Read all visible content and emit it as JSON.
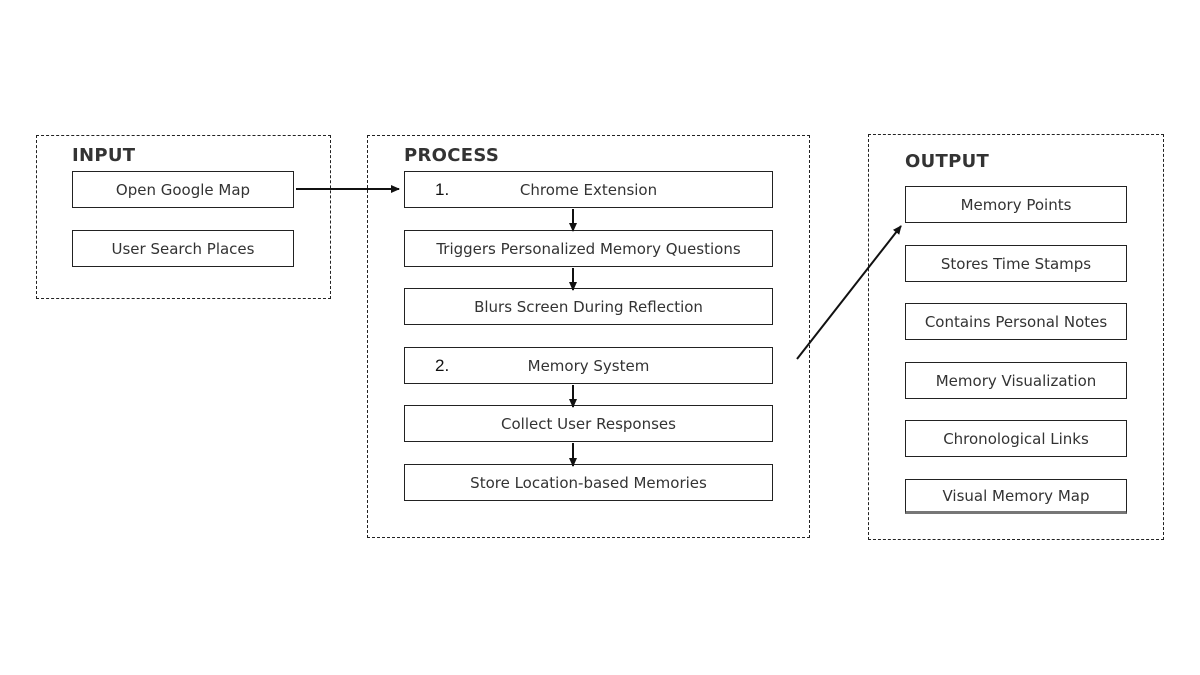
{
  "input": {
    "title": "INPUT",
    "items": [
      "Open Google Map",
      "User Search Places"
    ]
  },
  "process": {
    "title": "PROCESS",
    "steps": [
      {
        "number": "1.",
        "label": "Chrome Extension"
      },
      {
        "number": "",
        "label": "Triggers Personalized Memory Questions"
      },
      {
        "number": "",
        "label": "Blurs Screen During Reflection"
      },
      {
        "number": "2.",
        "label": "Memory System"
      },
      {
        "number": "",
        "label": "Collect User Responses"
      },
      {
        "number": "",
        "label": "Store Location-based Memories"
      }
    ]
  },
  "output": {
    "title": "OUTPUT",
    "items": [
      "Memory Points",
      "Stores Time Stamps",
      "Contains Personal Notes",
      "Memory Visualization",
      "Chronological Links",
      "Visual Memory Map"
    ]
  }
}
